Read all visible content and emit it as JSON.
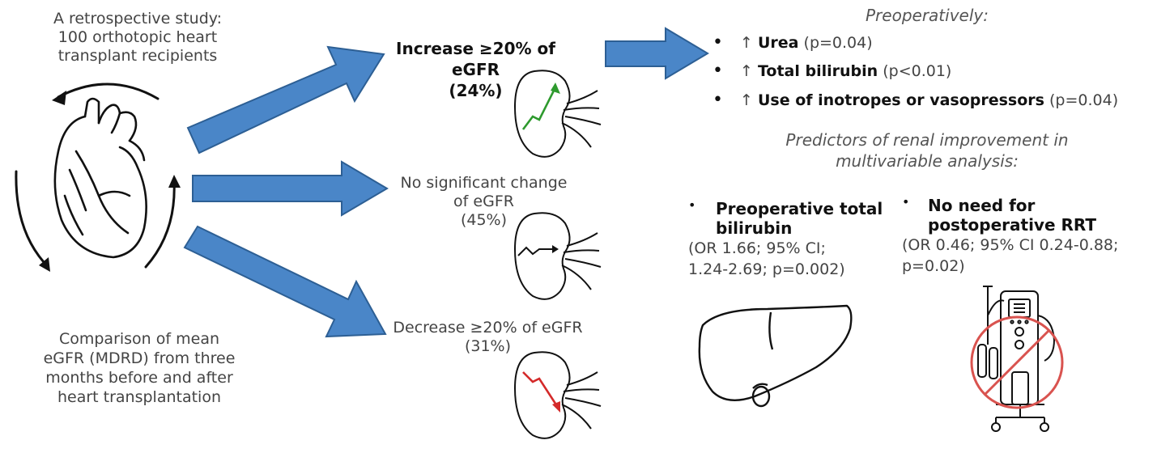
{
  "left": {
    "study_lines": [
      "A retrospective study:",
      "100 orthotopic heart",
      "transplant recipients"
    ],
    "comparison_lines": [
      "Comparison of mean",
      "eGFR (MDRD) from three",
      "months before and after",
      "heart transplantation"
    ]
  },
  "outcomes": {
    "increase": {
      "lines": [
        "Increase ≥20% of",
        "eGFR",
        "(24%)"
      ],
      "percent": 24,
      "trend_color": "#2e9a2e"
    },
    "nochange": {
      "lines": [
        "No significant change",
        "of eGFR",
        "(45%)"
      ],
      "percent": 45,
      "trend_color": "#111111"
    },
    "decrease": {
      "lines": [
        "Decrease ≥20% of eGFR",
        "(31%)"
      ],
      "percent": 31,
      "trend_color": "#d42a2a"
    }
  },
  "preop": {
    "heading": "Preoperatively:",
    "items": [
      {
        "arrow": "↑",
        "label": "Urea",
        "stat": "(p=0.04)"
      },
      {
        "arrow": "↑",
        "label": "Total bilirubin",
        "stat": "(p<0.01)"
      },
      {
        "arrow": "↑",
        "label": "Use of inotropes or vasopressors",
        "stat": "(p=0.04)"
      }
    ]
  },
  "predictors": {
    "heading_lines": [
      "Predictors of renal improvement in",
      "multivariable analysis:"
    ],
    "bilirubin": {
      "label_lines": [
        "Preoperative total",
        "bilirubin"
      ],
      "stat_lines": [
        "(OR 1.66; 95% CI;",
        "1.24-2.69; p=0.002)"
      ]
    },
    "rrt": {
      "label_lines": [
        "No need for",
        "postoperative RRT"
      ],
      "stat_lines": [
        "(OR 0.46; 95% CI 0.24-0.88;",
        "p=0.02)"
      ]
    }
  },
  "colors": {
    "arrow_fill": "#4a86c8",
    "arrow_stroke": "#2d5f94",
    "prohibit": "#d9534f"
  },
  "icons": {
    "heart": "heart-icon",
    "kidney": "kidney-icon",
    "liver": "liver-icon",
    "dialysis": "dialysis-machine-icon",
    "prohibit": "prohibited-icon"
  }
}
